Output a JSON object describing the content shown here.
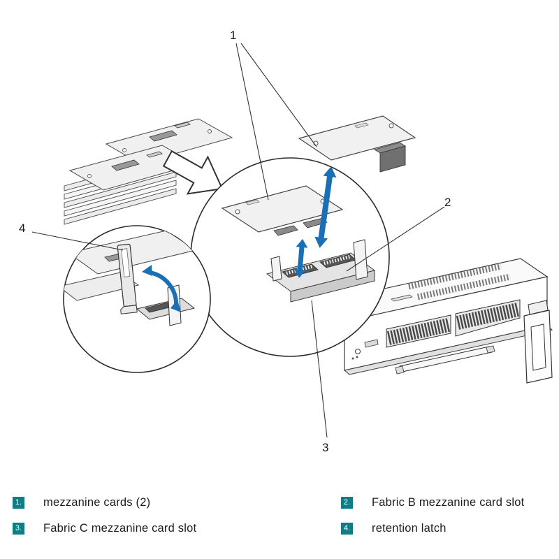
{
  "figure": {
    "callouts": [
      {
        "id": "1",
        "label": "1"
      },
      {
        "id": "2",
        "label": "2"
      },
      {
        "id": "3",
        "label": "3"
      },
      {
        "id": "4",
        "label": "4"
      }
    ]
  },
  "legend": {
    "items": [
      {
        "num": "1.",
        "label": "mezzanine cards (2)"
      },
      {
        "num": "2.",
        "label": "Fabric B mezzanine card slot"
      },
      {
        "num": "3.",
        "label": "Fabric C mezzanine card slot"
      },
      {
        "num": "4.",
        "label": "retention latch"
      }
    ]
  },
  "colors": {
    "legend_badge_teal": "#0d7e86",
    "insertion_arrow_blue": "#1a6fb5",
    "line_art": "#3a3a3a"
  }
}
